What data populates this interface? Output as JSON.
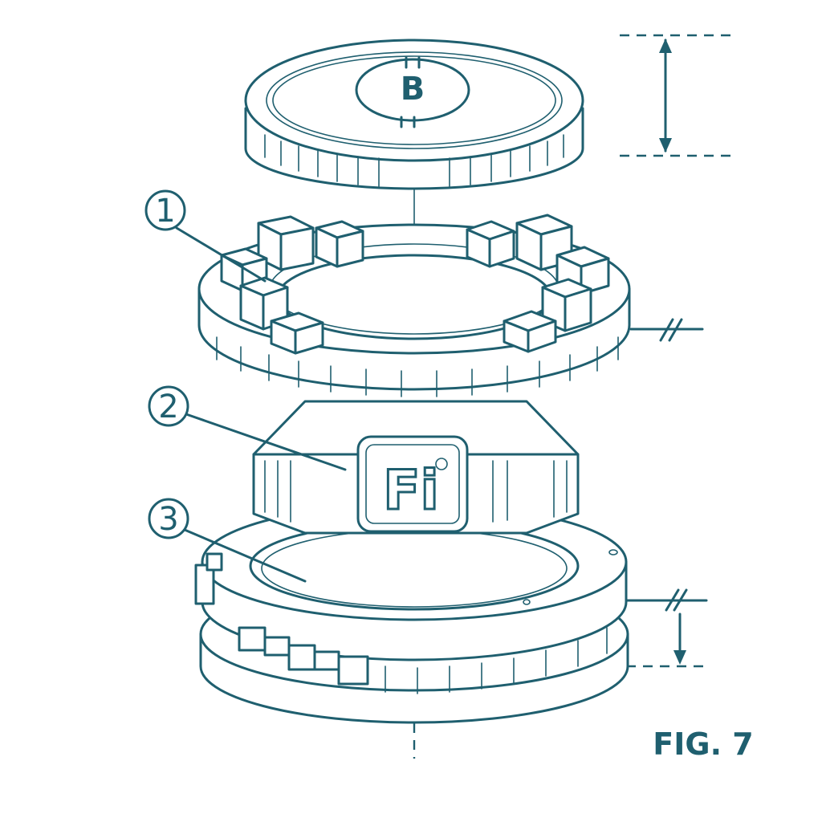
{
  "figure": {
    "caption": "FIG. 7",
    "callouts": [
      {
        "number": "1",
        "target": "ring-with-cubes"
      },
      {
        "number": "2",
        "target": "octagonal-fi-block"
      },
      {
        "number": "3",
        "target": "toothed-base-ring"
      }
    ],
    "coin_symbol": "B",
    "block_logo": "Fi",
    "ink_color": "#1f5f6f"
  }
}
